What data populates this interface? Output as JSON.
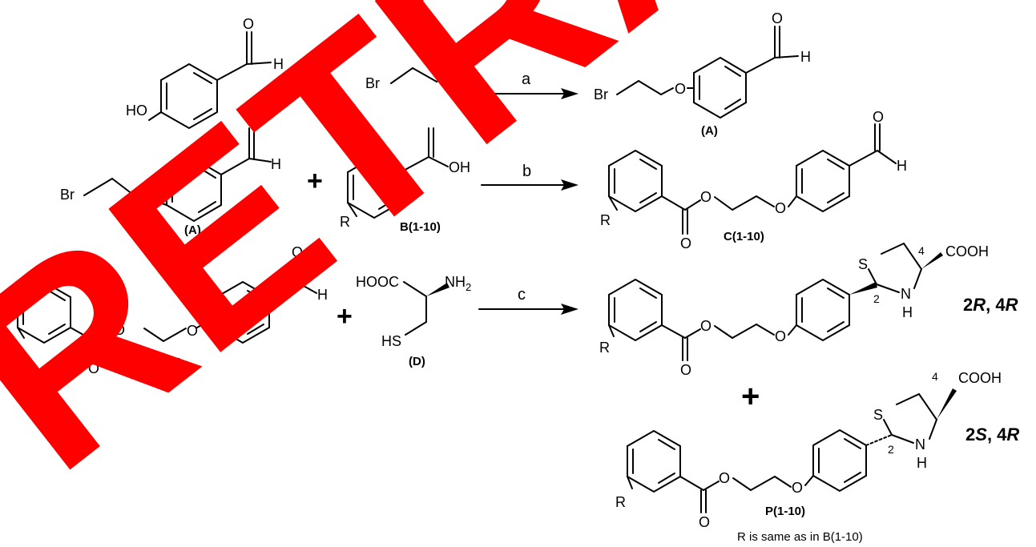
{
  "atoms": {
    "h": "H",
    "o": "O",
    "ho": "HO",
    "oh": "OH",
    "br": "Br",
    "r": "R",
    "s": "S",
    "n": "N",
    "hs": "HS",
    "cooh": "COOH",
    "hooc": "HOOC",
    "nh2": "NH",
    "nh2_sub": "2"
  },
  "locants": {
    "c2": "2",
    "c4": "4"
  },
  "labels": {
    "a": "(A)",
    "b": "B(1-10)",
    "c_product": "C(1-10)",
    "c_reactant": "C(1-10)",
    "d": "(D)",
    "p": "P(1-10)",
    "a_reactant": "(A)"
  },
  "conditions": {
    "a": "a",
    "b": "b",
    "c": "c"
  },
  "stereo": {
    "rr": {
      "num1": "2",
      "letter1": "R",
      "sep": ", ",
      "num2": "4",
      "letter2": "R"
    },
    "sr": {
      "num1": "2",
      "letter1": "S",
      "sep": ", ",
      "num2": "4",
      "letter2": "R"
    }
  },
  "plus_sign": "+",
  "note": "R is same as in B(1-10)",
  "watermark": "RETRA",
  "colors": {
    "watermark": "#ff0000",
    "ink": "#000000"
  }
}
